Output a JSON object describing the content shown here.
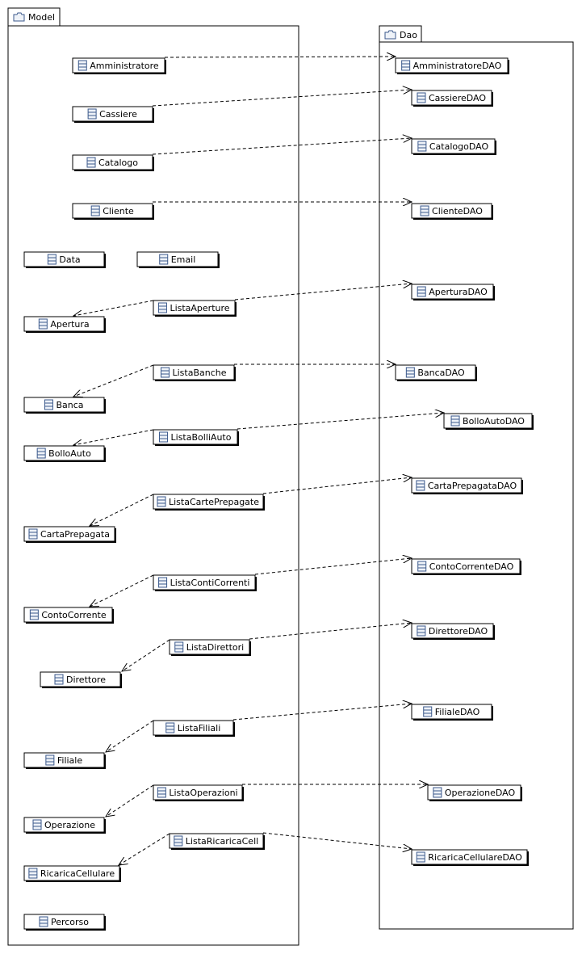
{
  "packages": [
    {
      "id": "model",
      "name": "Model"
    },
    {
      "id": "dao",
      "name": "Dao"
    }
  ],
  "classes": [
    {
      "id": "amministratore",
      "name": "Amministratore",
      "package": "model"
    },
    {
      "id": "cassiere",
      "name": "Cassiere",
      "package": "model"
    },
    {
      "id": "catalogo",
      "name": "Catalogo",
      "package": "model"
    },
    {
      "id": "cliente",
      "name": "Cliente",
      "package": "model"
    },
    {
      "id": "data",
      "name": "Data",
      "package": "model"
    },
    {
      "id": "email",
      "name": "Email",
      "package": "model"
    },
    {
      "id": "listaAperture",
      "name": "ListaAperture",
      "package": "model"
    },
    {
      "id": "apertura",
      "name": "Apertura",
      "package": "model"
    },
    {
      "id": "listaBanche",
      "name": "ListaBanche",
      "package": "model"
    },
    {
      "id": "banca",
      "name": "Banca",
      "package": "model"
    },
    {
      "id": "listaBolliAuto",
      "name": "ListaBolliAuto",
      "package": "model"
    },
    {
      "id": "bolloAuto",
      "name": "BolloAuto",
      "package": "model"
    },
    {
      "id": "listaCartePrepagate",
      "name": "ListaCartePrepagate",
      "package": "model"
    },
    {
      "id": "cartaPrepagata",
      "name": "CartaPrepagata",
      "package": "model"
    },
    {
      "id": "listaContiCorrenti",
      "name": "ListaContiCorrenti",
      "package": "model"
    },
    {
      "id": "contoCorrente",
      "name": "ContoCorrente",
      "package": "model"
    },
    {
      "id": "listaDirettori",
      "name": "ListaDirettori",
      "package": "model"
    },
    {
      "id": "direttore",
      "name": "Direttore",
      "package": "model"
    },
    {
      "id": "listaFiliali",
      "name": "ListaFiliali",
      "package": "model"
    },
    {
      "id": "filiale",
      "name": "Filiale",
      "package": "model"
    },
    {
      "id": "listaOperazioni",
      "name": "ListaOperazioni",
      "package": "model"
    },
    {
      "id": "operazione",
      "name": "Operazione",
      "package": "model"
    },
    {
      "id": "listaRicaricaCell",
      "name": "ListaRicaricaCell",
      "package": "model"
    },
    {
      "id": "ricaricaCellulare",
      "name": "RicaricaCellulare",
      "package": "model"
    },
    {
      "id": "percorso",
      "name": "Percorso",
      "package": "model"
    },
    {
      "id": "amministratoreDAO",
      "name": "AmministratoreDAO",
      "package": "dao"
    },
    {
      "id": "cassiereDAO",
      "name": "CassiereDAO",
      "package": "dao"
    },
    {
      "id": "catalogoDAO",
      "name": "CatalogoDAO",
      "package": "dao"
    },
    {
      "id": "clienteDAO",
      "name": "ClienteDAO",
      "package": "dao"
    },
    {
      "id": "aperturaDAO",
      "name": "AperturaDAO",
      "package": "dao"
    },
    {
      "id": "bancaDAO",
      "name": "BancaDAO",
      "package": "dao"
    },
    {
      "id": "bolloAutoDAO",
      "name": "BolloAutoDAO",
      "package": "dao"
    },
    {
      "id": "cartaPrepagataDAO",
      "name": "CartaPrepagataDAO",
      "package": "dao"
    },
    {
      "id": "contoCorrenteDAO",
      "name": "ContoCorrenteDAO",
      "package": "dao"
    },
    {
      "id": "direttoreDAO",
      "name": "DirettoreDAO",
      "package": "dao"
    },
    {
      "id": "filialeDAO",
      "name": "FilialeDAO",
      "package": "dao"
    },
    {
      "id": "operazioneDAO",
      "name": "OperazioneDAO",
      "package": "dao"
    },
    {
      "id": "ricaricaCellulareDAO",
      "name": "RicaricaCellulareDAO",
      "package": "dao"
    }
  ],
  "dependencies": [
    {
      "from": "amministratore",
      "to": "amministratoreDAO"
    },
    {
      "from": "cassiere",
      "to": "cassiereDAO"
    },
    {
      "from": "catalogo",
      "to": "catalogoDAO"
    },
    {
      "from": "cliente",
      "to": "clienteDAO"
    },
    {
      "from": "listaAperture",
      "to": "aperturaDAO"
    },
    {
      "from": "listaAperture",
      "to": "apertura"
    },
    {
      "from": "listaBanche",
      "to": "bancaDAO"
    },
    {
      "from": "listaBanche",
      "to": "banca"
    },
    {
      "from": "listaBolliAuto",
      "to": "bolloAutoDAO"
    },
    {
      "from": "listaBolliAuto",
      "to": "bolloAuto"
    },
    {
      "from": "listaCartePrepagate",
      "to": "cartaPrepagataDAO"
    },
    {
      "from": "listaCartePrepagate",
      "to": "cartaPrepagata"
    },
    {
      "from": "listaContiCorrenti",
      "to": "contoCorrenteDAO"
    },
    {
      "from": "listaContiCorrenti",
      "to": "contoCorrente"
    },
    {
      "from": "listaDirettori",
      "to": "direttoreDAO"
    },
    {
      "from": "listaDirettori",
      "to": "direttore"
    },
    {
      "from": "listaFiliali",
      "to": "filialeDAO"
    },
    {
      "from": "listaFiliali",
      "to": "filiale"
    },
    {
      "from": "listaOperazioni",
      "to": "operazioneDAO"
    },
    {
      "from": "listaOperazioni",
      "to": "operazione"
    },
    {
      "from": "listaRicaricaCell",
      "to": "ricaricaCellulareDAO"
    },
    {
      "from": "listaRicaricaCell",
      "to": "ricaricaCellulare"
    }
  ],
  "colors": {
    "line": "#000000",
    "box_fill": "#ffffff",
    "icon": "#3c5a8c",
    "background": "#ffffff"
  },
  "icons": {
    "package": "package-icon",
    "class": "class-icon"
  }
}
